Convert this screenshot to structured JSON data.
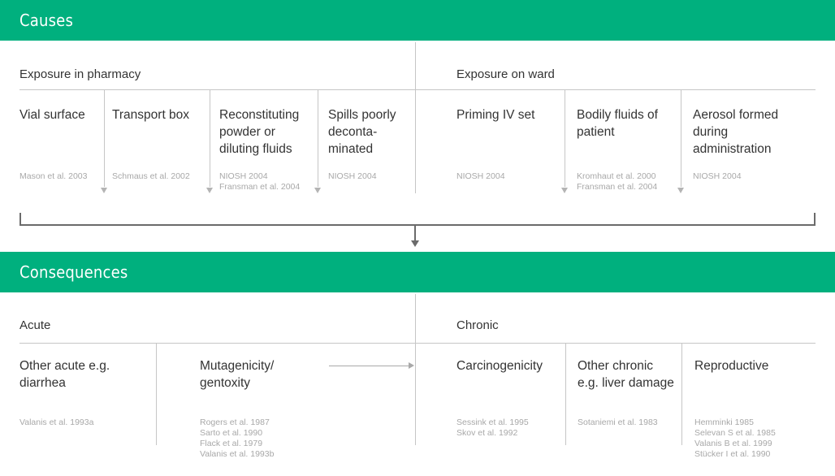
{
  "colors": {
    "accent": "#00b07e",
    "rule": "#c6c6c6",
    "arrow": "#b4b4b4",
    "bracket": "#6b6b6b",
    "title_text": "#333333",
    "reference_text": "#a8a8a8"
  },
  "sections": {
    "causes": {
      "banner_label": "Causes",
      "groups": [
        {
          "label": "Exposure in pharmacy"
        },
        {
          "label": "Exposure on ward"
        }
      ],
      "cells": [
        {
          "title": "Vial surface",
          "refs": "Mason et al. 2003"
        },
        {
          "title": "Transport box",
          "refs": "Schmaus et al. 2002"
        },
        {
          "title": "Reconstituting powder or diluting fluids",
          "refs": "NIOSH 2004\nFransman et al. 2004"
        },
        {
          "title": "Spills poorly deconta-\nminated",
          "refs": "NIOSH 2004"
        },
        {
          "title": "Priming IV set",
          "refs": "NIOSH 2004"
        },
        {
          "title": "Bodily fluids of patient",
          "refs": "Kromhaut et al. 2000\nFransman et al. 2004"
        },
        {
          "title": "Aerosol formed during administration",
          "refs": "NIOSH 2004"
        }
      ]
    },
    "consequences": {
      "banner_label": "Consequences",
      "groups": [
        {
          "label": "Acute"
        },
        {
          "label": "Chronic"
        }
      ],
      "cells": [
        {
          "title": "Other acute e.g. diarrhea",
          "refs": "Valanis et al. 1993a"
        },
        {
          "title": "Mutagenicity/ gentoxity",
          "refs": "Rogers et al. 1987\nSarto et al. 1990\nFlack et al. 1979\nValanis et al. 1993b"
        },
        {
          "title": "Carcinogenicity",
          "refs": "Sessink et al. 1995\nSkov et al. 1992"
        },
        {
          "title": "Other chronic e.g. liver damage",
          "refs": "Sotaniemi et al. 1983"
        },
        {
          "title": "Reproductive",
          "refs": "Hemminki 1985\nSelevan S et al. 1985\nValanis B et al. 1999\nStücker I et al. 1990"
        }
      ]
    }
  }
}
